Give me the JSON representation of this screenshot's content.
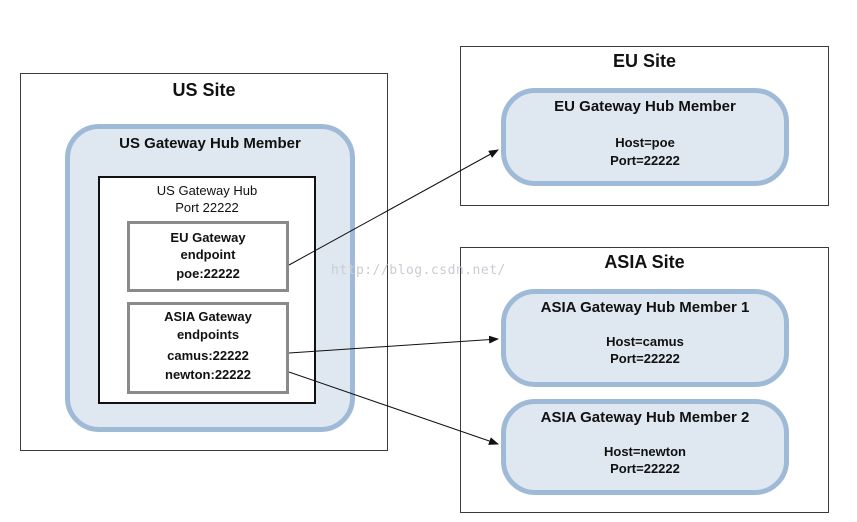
{
  "us_site": {
    "title": "US Site",
    "member_title": "US Gateway Hub Member",
    "hub": {
      "line1": "US Gateway Hub",
      "line2": "Port 22222"
    },
    "eu_endpoint": {
      "line1": "EU Gateway",
      "line2": "endpoint",
      "line3": "poe:22222"
    },
    "asia_endpoints": {
      "line1": "ASIA Gateway",
      "line2": "endpoints",
      "line3": "camus:22222",
      "line4": "newton:22222"
    }
  },
  "eu_site": {
    "title": "EU Site",
    "member": {
      "title": "EU Gateway Hub Member",
      "host": "Host=poe",
      "port": "Port=22222"
    }
  },
  "asia_site": {
    "title": "ASIA Site",
    "member1": {
      "title": "ASIA Gateway Hub Member 1",
      "host": "Host=camus",
      "port": "Port=22222"
    },
    "member2": {
      "title": "ASIA Gateway Hub Member 2",
      "host": "Host=newton",
      "port": "Port=22222"
    }
  },
  "watermark": "http://blog.csdn.net/",
  "colors": {
    "member_fill": "#dfe7f0",
    "member_border": "#9fbad6",
    "endpoint_border": "#8a8a8a",
    "arrow": "#111111"
  }
}
